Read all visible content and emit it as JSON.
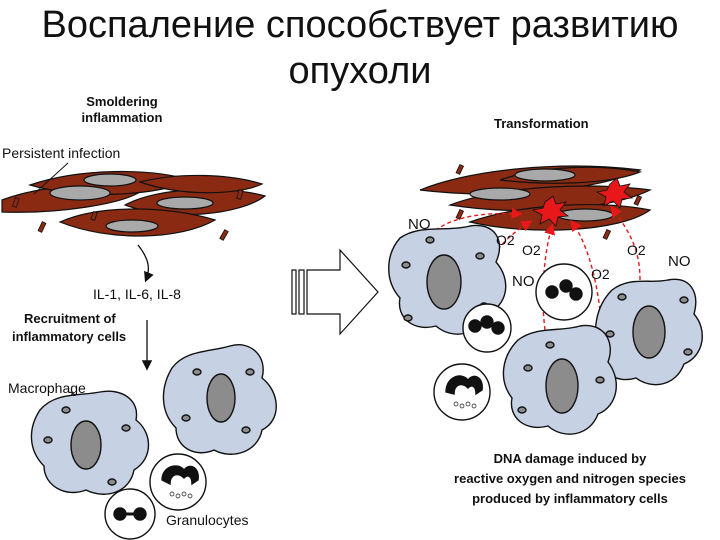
{
  "title": {
    "line1": "Воспаление способствует развитию",
    "line2": "опухоли"
  },
  "left_panel": {
    "heading_line1": "Smoldering",
    "heading_line2": "inflammation",
    "persistent_infection": "Persistent infection",
    "cytokines": "IL-1, IL-6, IL-8",
    "recruitment_line1": "Recruitment of",
    "recruitment_line2": "inflammatory cells",
    "macrophage": "Macrophage",
    "granulocytes": "Granulocytes"
  },
  "right_panel": {
    "heading": "Transformation",
    "species": {
      "no_upper_left": "NO",
      "o2_1": "O2",
      "o2_2": "O2",
      "o2_3": "O2",
      "o2_4": "O2",
      "no_middle": "NO",
      "no_right": "NO"
    },
    "caption_line1": "DNA damage induced by",
    "caption_line2": "reactive oxygen and nitrogen species",
    "caption_line3": "produced by inflammatory cells"
  },
  "colors": {
    "tumor_cell_fill": "#8b2a12",
    "tumor_nucleus": "#a9a9a9",
    "macrophage_fill": "#c6d1e4",
    "macrophage_nucleus": "#8c8c8c",
    "damage_burst": "#e8171a",
    "ros_arrows": "#e8171a",
    "outline": "#111111"
  }
}
